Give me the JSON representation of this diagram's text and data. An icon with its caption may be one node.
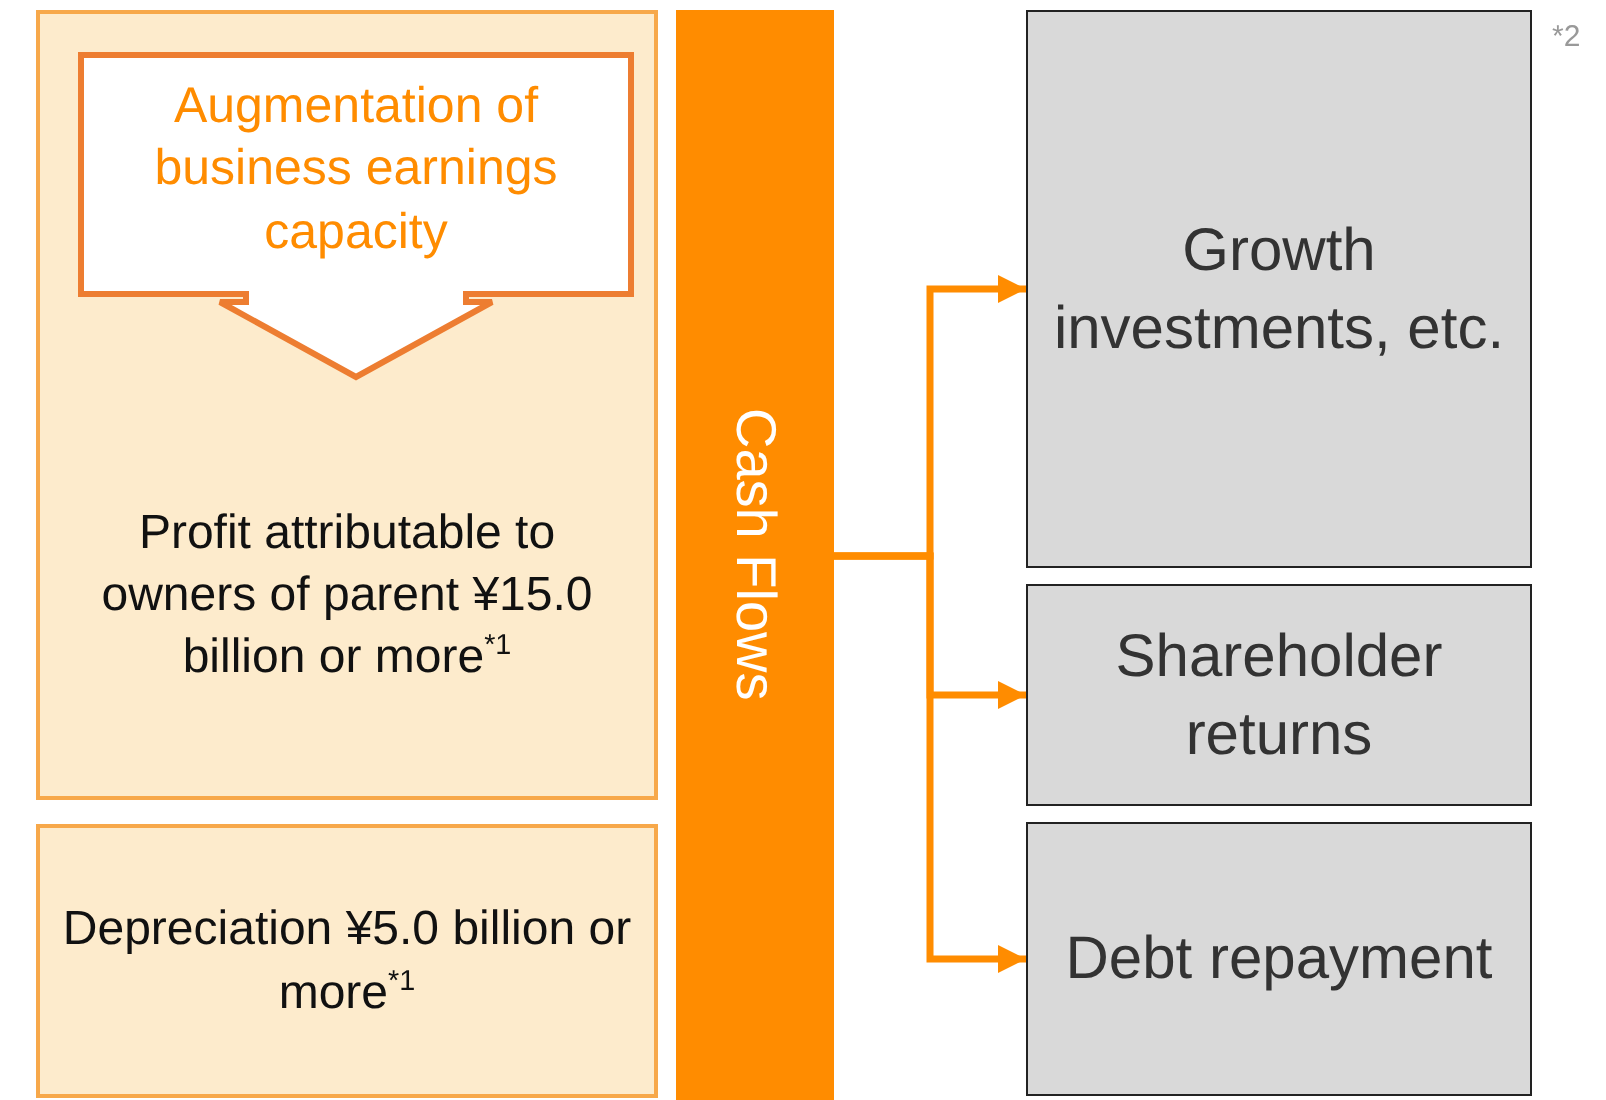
{
  "diagram": {
    "nodes": [
      {
        "text": [
          "Profit attributable to owners of parent ¥15.0 billion or more$^{*1}$"
        ]
      },
      {
        "text": [
          "Augmentation of business earnings capacity"
        ],
        "in": 0
      },
      {
        "text": [
          "Depreciation ¥5.0 billion or more$^{*1}$"
        ]
      },
      {
        "text": [
          "Cash Flows"
        ]
      },
      {
        "text": [
          "Growth investments, etc."
        ]
      },
      {
        "text": [
          "Shareholder returns"
        ]
      },
      {
        "text": [
          "Debt repayment"
        ]
      }
    ],
    "edges": [
      {
        "from": 3,
        "to": 4,
        "arrow": "to"
      },
      {
        "from": 3,
        "to": 5,
        "arrow": "to"
      },
      {
        "from": 3,
        "to": 6,
        "arrow": "to"
      }
    ],
    "labels": [
      "*2"
    ]
  }
}
